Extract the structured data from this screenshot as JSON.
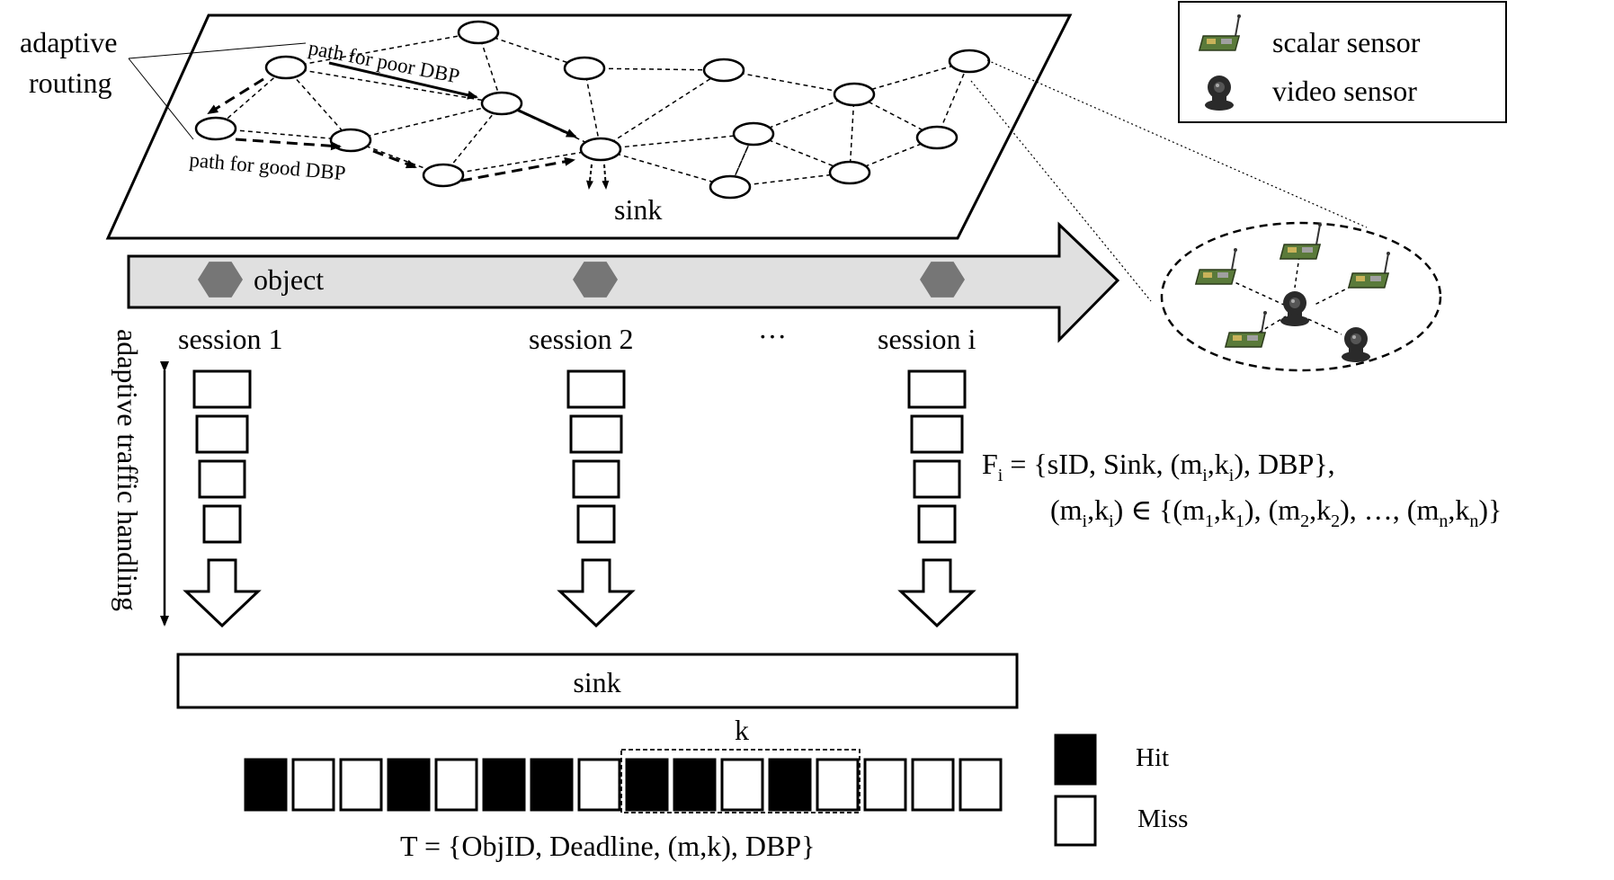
{
  "network": {
    "routing_label_line1": "adaptive",
    "routing_label_line2": "routing",
    "path_poor": "path for poor DBP",
    "path_good": "path for good DBP",
    "sink_label": "sink"
  },
  "legend": {
    "scalar": "scalar sensor",
    "video": "video sensor"
  },
  "timeline": {
    "object_label": "object",
    "sessions": [
      "session 1",
      "session 2",
      "session i"
    ],
    "ellipsis": "···"
  },
  "side_label": "adaptive traffic handling",
  "sink_box": "sink",
  "formula_f": {
    "line1": "F",
    "line1_sub": "i",
    "line1_rest": " = {sID, Sink, (m",
    "line1_sub2": "i",
    "line1_comma": ",k",
    "line1_sub3": "i",
    "line1_end": "), DBP},",
    "line2": "(m",
    "line2_text": "(mi,ki) ∈ {(m1,k1), (m2,k2), …, (mn,kn)}"
  },
  "sequence": {
    "pattern": [
      1,
      0,
      0,
      1,
      0,
      1,
      1,
      0,
      1,
      1,
      0,
      1,
      0,
      0,
      0,
      0
    ],
    "window_label": "k",
    "formula": "T = {ObjID, Deadline, (m,k), DBP}"
  },
  "hitmiss_legend": {
    "hit": "Hit",
    "miss": "Miss"
  },
  "colors": {
    "band_fill": "#e0e0e0",
    "hexagon_fill": "#767676",
    "hit_fill": "#000000",
    "sensor_green": "#5a7a3a",
    "camera_dark": "#2a2a2a"
  }
}
